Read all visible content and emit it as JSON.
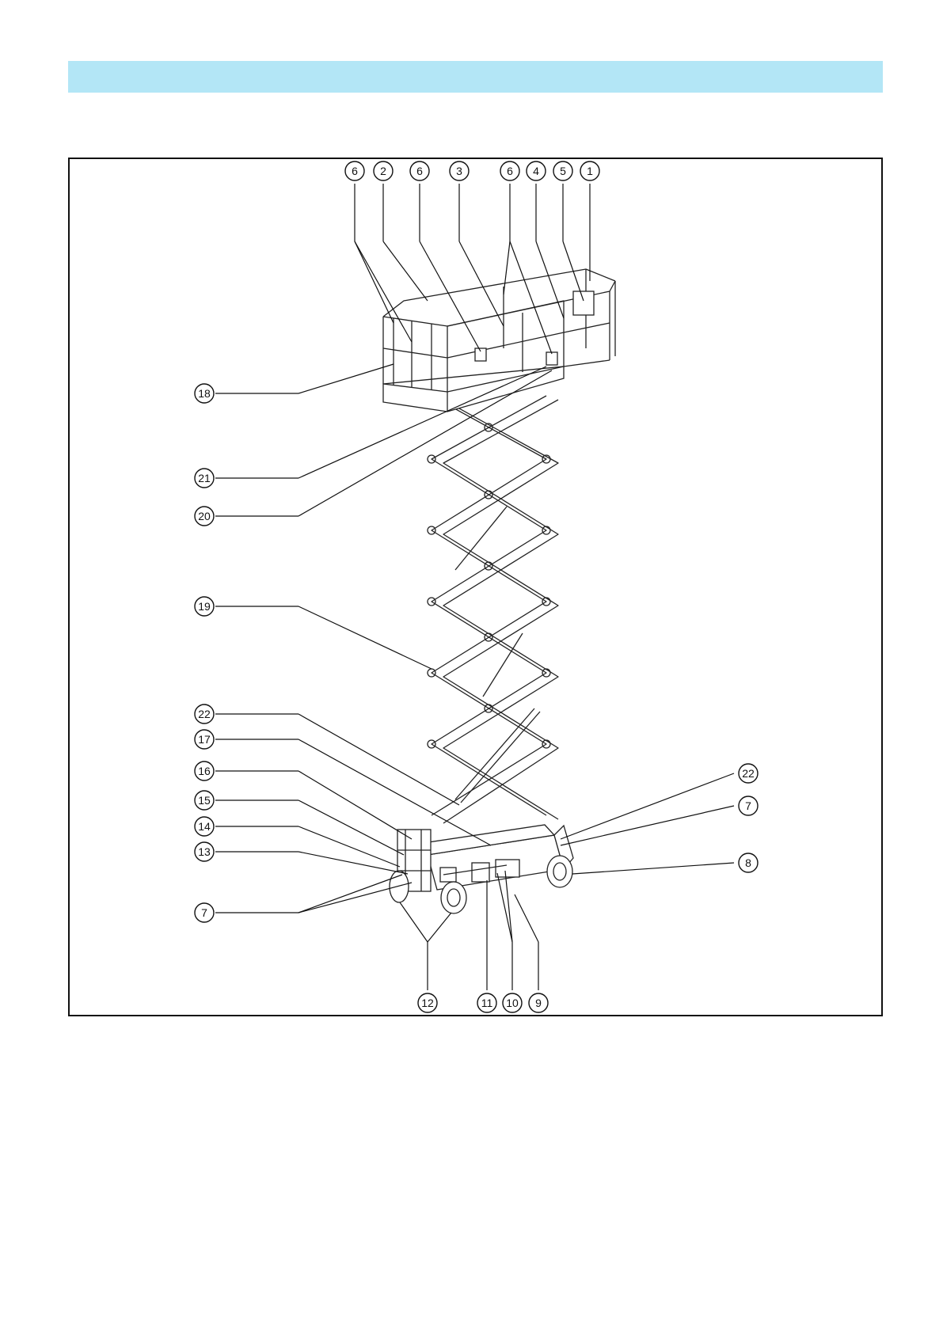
{
  "header": {
    "band_color": "#b3e6f6"
  },
  "diagram": {
    "subject": "scissor-lift",
    "callouts": [
      {
        "id": "c6a",
        "label": "6"
      },
      {
        "id": "c2",
        "label": "2"
      },
      {
        "id": "c6b",
        "label": "6"
      },
      {
        "id": "c3",
        "label": "3"
      },
      {
        "id": "c6c",
        "label": "6"
      },
      {
        "id": "c4",
        "label": "4"
      },
      {
        "id": "c5",
        "label": "5"
      },
      {
        "id": "c1",
        "label": "1"
      },
      {
        "id": "c18",
        "label": "18"
      },
      {
        "id": "c21",
        "label": "21"
      },
      {
        "id": "c20",
        "label": "20"
      },
      {
        "id": "c19",
        "label": "19"
      },
      {
        "id": "c22a",
        "label": "22"
      },
      {
        "id": "c17",
        "label": "17"
      },
      {
        "id": "c16",
        "label": "16"
      },
      {
        "id": "c15",
        "label": "15"
      },
      {
        "id": "c14",
        "label": "14"
      },
      {
        "id": "c13",
        "label": "13"
      },
      {
        "id": "c7a",
        "label": "7"
      },
      {
        "id": "c22b",
        "label": "22"
      },
      {
        "id": "c7b",
        "label": "7"
      },
      {
        "id": "c8",
        "label": "8"
      },
      {
        "id": "c12",
        "label": "12"
      },
      {
        "id": "c11",
        "label": "11"
      },
      {
        "id": "c10",
        "label": "10"
      },
      {
        "id": "c9",
        "label": "9"
      }
    ]
  }
}
